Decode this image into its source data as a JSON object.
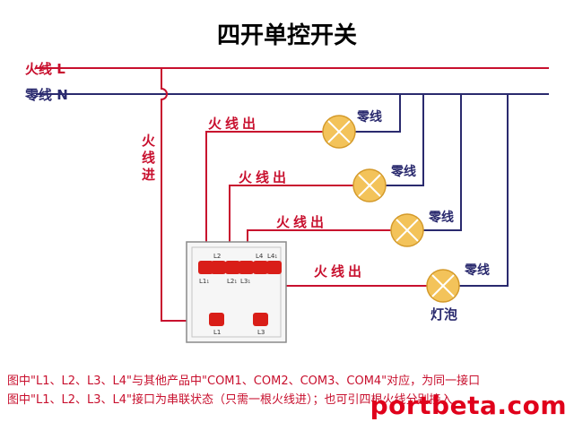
{
  "title": "四开单控开关",
  "labels": {
    "live_line": "火线 L",
    "neutral_line": "零线 N",
    "live_in": "火线进",
    "live_out": "火线出",
    "neutral": "零线",
    "bulb": "灯泡"
  },
  "switch_terminals": {
    "top": [
      "L2",
      "L4",
      "L4₁"
    ],
    "bottom_small": [
      "L1₁",
      "L2₁",
      "L3₁"
    ],
    "lower": [
      "L1",
      "L3"
    ]
  },
  "captions": [
    "图中\"L1、L2、L3、L4\"与其他产品中\"COM1、COM2、COM3、COM4\"对应，为同一接口",
    "图中\"L1、L2、L3、L4\"接口为串联状态（只需一根火线进）；也可引四根火线分别接入"
  ],
  "watermark": "portbeta.com",
  "colors": {
    "live": "#c8102e",
    "neutral": "#2a2a6e",
    "bulb": "#f3c35a",
    "terminal": "#d91e18"
  }
}
